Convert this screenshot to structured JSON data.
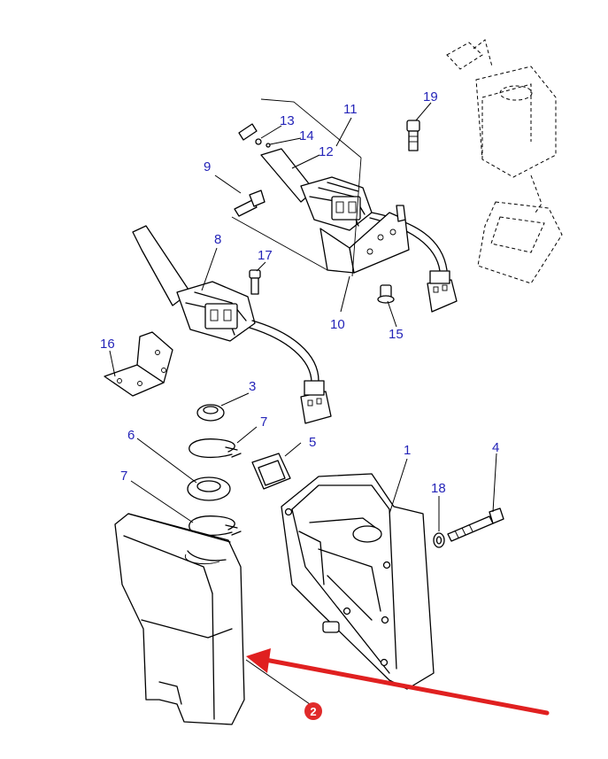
{
  "labels": {
    "p1": "1",
    "p2": "2",
    "p3": "3",
    "p4": "4",
    "p5": "5",
    "p6": "6",
    "p7a": "7",
    "p7b": "7",
    "p8": "8",
    "p9": "9",
    "p10": "10",
    "p11": "11",
    "p12": "12",
    "p13": "13",
    "p14": "14",
    "p15": "15",
    "p16": "16",
    "p17": "17",
    "p18": "18",
    "p19": "19"
  },
  "colors": {
    "label_text": "#2424b8",
    "highlight_arrow": "#e02020",
    "highlight_badge": "#e02a2a"
  }
}
